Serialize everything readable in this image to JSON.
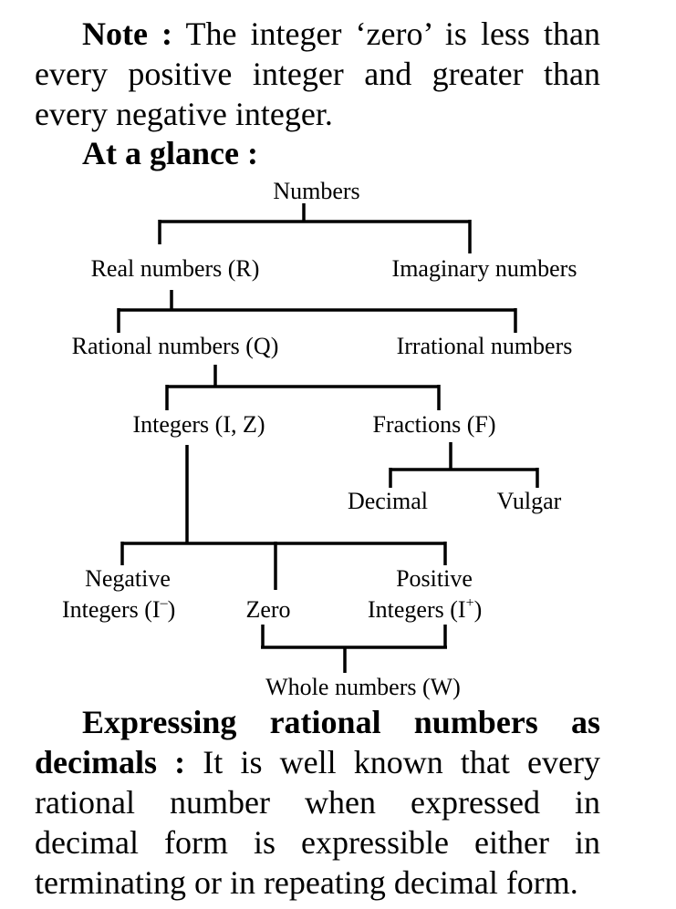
{
  "note": {
    "label": "Note :",
    "text": " The integer ‘zero’ is less than every positive integer and greater than every negative integer."
  },
  "glance_heading": "At a glance :",
  "diagram": {
    "root": "Numbers",
    "real": "Real numbers (R)",
    "imaginary": "Imaginary numbers",
    "rational": "Rational numbers (Q)",
    "irrational": "Irrational numbers",
    "integers": "Integers (I, Z)",
    "fractions": "Fractions (F)",
    "decimal": "Decimal",
    "vulgar": "Vulgar",
    "negative_line1": "Negative",
    "negative_line2": "Integers (I",
    "negative_sup": "–",
    "zero": "Zero",
    "positive_line1": "Positive",
    "positive_line2": "Integers (I",
    "positive_sup": "+",
    "close_paren": ")",
    "whole": "Whole numbers (W)"
  },
  "expressing": {
    "heading": "Expressing rational numbers as decimals :",
    "text": " It is well known that every rational number when expressed in decimal form is expressible either in terminating or in repeating decimal form."
  }
}
